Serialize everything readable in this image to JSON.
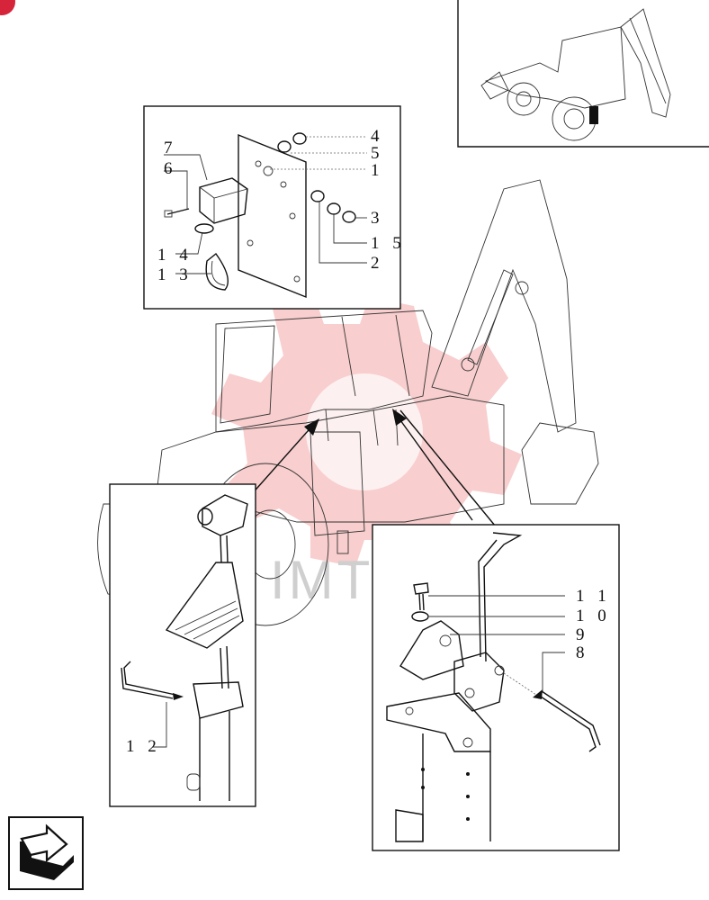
{
  "watermark": {
    "text": "IMTEX",
    "color": "#f2a6a6"
  },
  "badge": {
    "color": "#d6243a"
  },
  "callouts": {
    "c1": "1",
    "c2": "2",
    "c3": "3",
    "c4": "4",
    "c5": "5",
    "c6": "6",
    "c7": "7",
    "c8": "8",
    "c9": "9",
    "c10": "1 0",
    "c11": "1 1",
    "c12": "1 2",
    "c13": "1 3",
    "c14": "1 4",
    "c15": "1 5"
  },
  "nav_icon": "next-page-arrow-icon"
}
